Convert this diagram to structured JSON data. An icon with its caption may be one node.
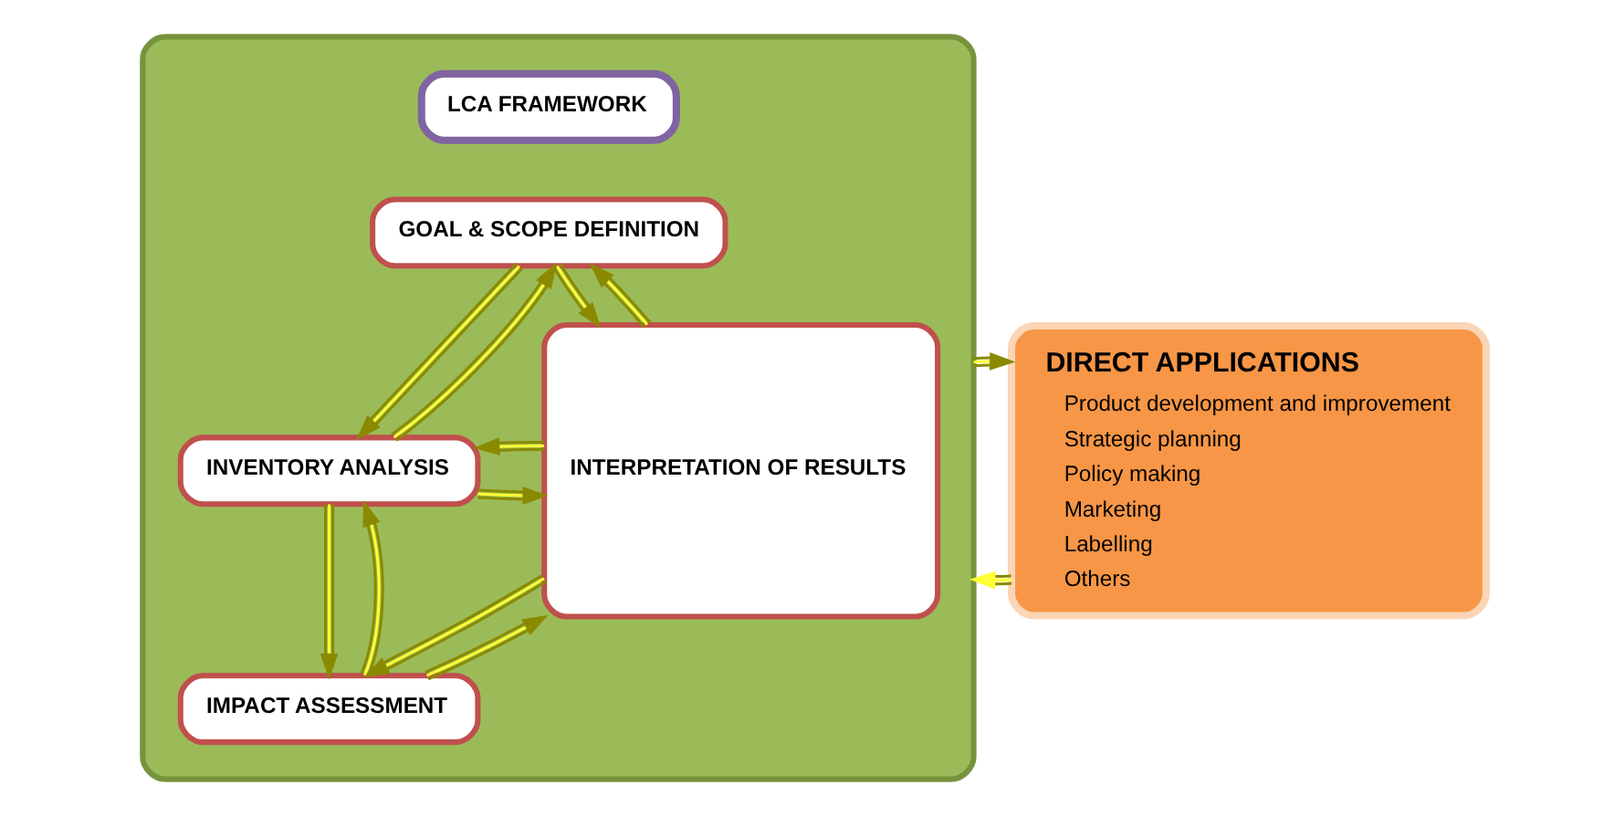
{
  "diagram": {
    "nodes": [
      {
        "text": [],
        "shape": "box"
      },
      {
        "text": [
          "LCA FRAMEWORK"
        ],
        "in": 0
      },
      {
        "text": [
          "GOAL & SCOPE DEFINITION"
        ],
        "in": 0
      },
      {
        "text": [
          "INVENTORY ANALYSIS"
        ],
        "in": 0
      },
      {
        "text": [
          "IMPACT ASSESSMENT"
        ],
        "in": 0
      },
      {
        "text": [
          "INTERPRETATION OF RESULTS"
        ],
        "in": 0
      },
      {
        "text": [
          "DIRECT APPLICATIONS",
          "Product development and improvement",
          "Strategic planning",
          "Policy making",
          "Marketing",
          "Labelling",
          "Others"
        ]
      }
    ],
    "edges": [
      {
        "from": 2,
        "to": 5,
        "arrow": "to"
      },
      {
        "from": 5,
        "to": 2,
        "arrow": "to"
      },
      {
        "from": 2,
        "to": 3,
        "arrow": "to"
      },
      {
        "from": 3,
        "to": 2,
        "arrow": "to"
      },
      {
        "from": 3,
        "to": 5,
        "arrow": "to"
      },
      {
        "from": 5,
        "to": 3,
        "arrow": "to"
      },
      {
        "from": 3,
        "to": 4,
        "arrow": "to"
      },
      {
        "from": 4,
        "to": 3,
        "arrow": "to"
      },
      {
        "from": 4,
        "to": 5,
        "arrow": "to"
      },
      {
        "from": 5,
        "to": 4,
        "arrow": "to"
      },
      {
        "from": 6,
        "to": 0,
        "arrow": "to"
      },
      {
        "from": 0,
        "to": 6,
        "arrow": "to"
      }
    ]
  }
}
